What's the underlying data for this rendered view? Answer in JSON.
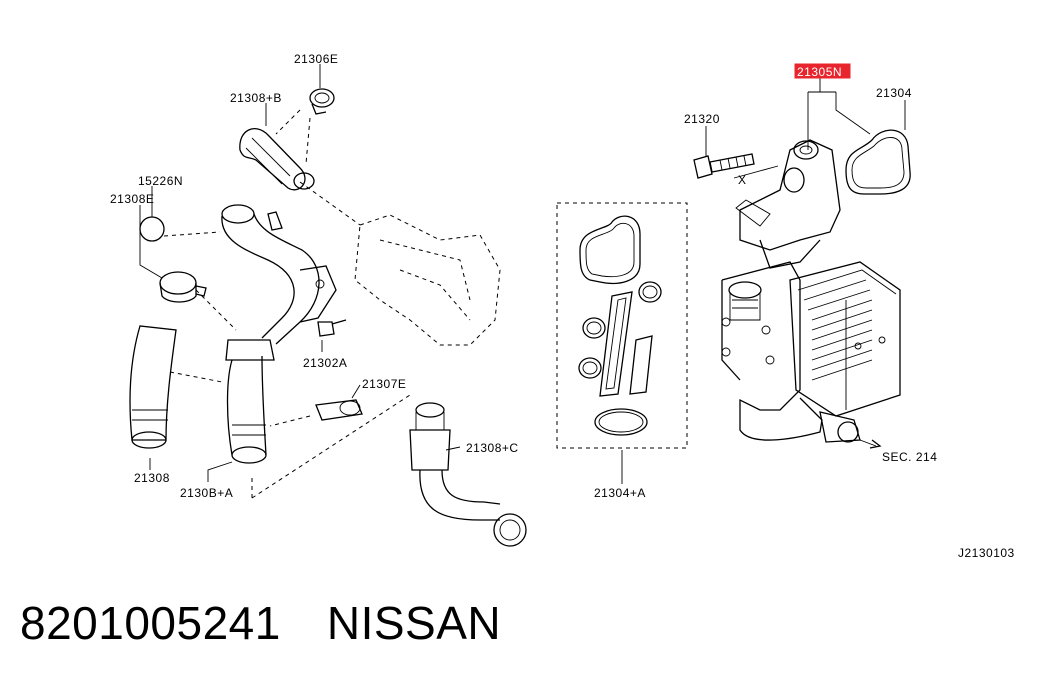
{
  "labels": {
    "l_21306E": "21306E",
    "l_21308B_B": "21308+B",
    "l_15226N": "15226N",
    "l_21308E": "21308E",
    "l_21302A": "21302A",
    "l_21307E": "21307E",
    "l_21308": "21308",
    "l_21308B_A": "2130B+A",
    "l_21308_C": "21308+C",
    "l_21305N": "21305N",
    "l_21304": "21304",
    "l_21320": "21320",
    "l_21304_A": "21304+A",
    "l_sec214": "SEC. 214",
    "l_x": "X",
    "l_ref": "J2130103"
  },
  "highlight_color": "#e8242c",
  "footer": {
    "part_number": "8201005241",
    "brand": "NISSAN"
  }
}
